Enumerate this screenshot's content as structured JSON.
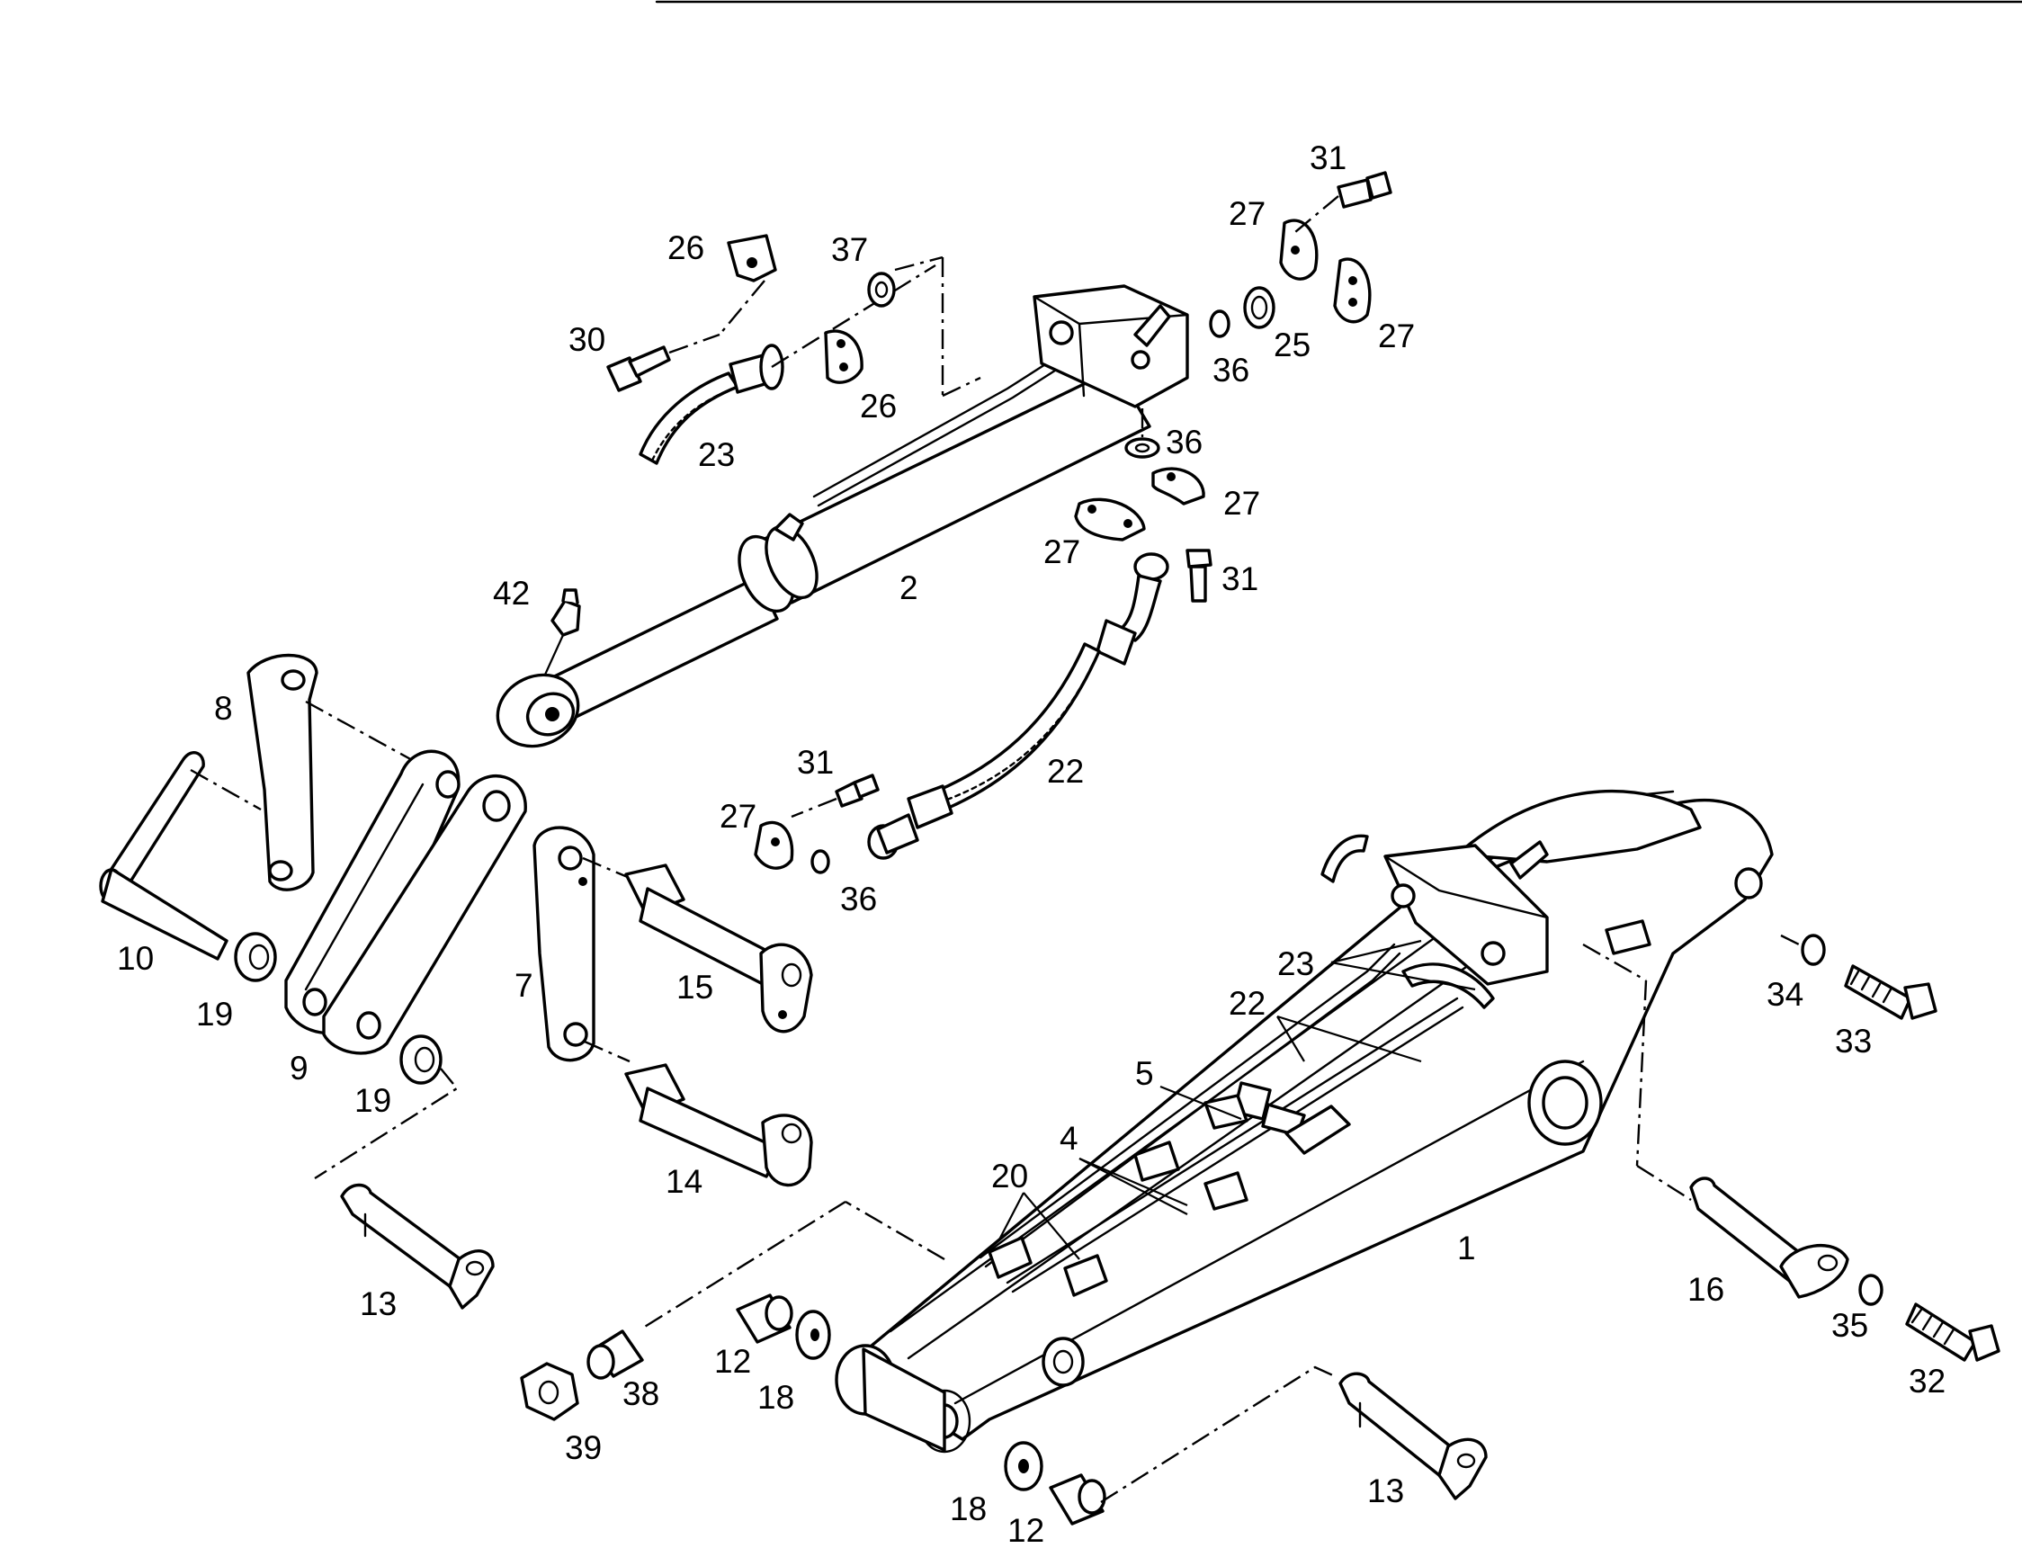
{
  "diagram": {
    "callouts": [
      {
        "id": "c-1",
        "text": "1"
      },
      {
        "id": "c-2",
        "text": "2"
      },
      {
        "id": "c-4",
        "text": "4"
      },
      {
        "id": "c-5",
        "text": "5"
      },
      {
        "id": "c-7",
        "text": "7"
      },
      {
        "id": "c-8",
        "text": "8"
      },
      {
        "id": "c-9",
        "text": "9"
      },
      {
        "id": "c-10",
        "text": "10"
      },
      {
        "id": "c-12a",
        "text": "12"
      },
      {
        "id": "c-12b",
        "text": "12"
      },
      {
        "id": "c-13a",
        "text": "13"
      },
      {
        "id": "c-13b",
        "text": "13"
      },
      {
        "id": "c-14",
        "text": "14"
      },
      {
        "id": "c-15",
        "text": "15"
      },
      {
        "id": "c-16",
        "text": "16"
      },
      {
        "id": "c-18a",
        "text": "18"
      },
      {
        "id": "c-18b",
        "text": "18"
      },
      {
        "id": "c-19a",
        "text": "19"
      },
      {
        "id": "c-19b",
        "text": "19"
      },
      {
        "id": "c-20",
        "text": "20"
      },
      {
        "id": "c-22a",
        "text": "22"
      },
      {
        "id": "c-22b",
        "text": "22"
      },
      {
        "id": "c-23a",
        "text": "23"
      },
      {
        "id": "c-23b",
        "text": "23"
      },
      {
        "id": "c-25",
        "text": "25"
      },
      {
        "id": "c-26a",
        "text": "26"
      },
      {
        "id": "c-26b",
        "text": "26"
      },
      {
        "id": "c-27a",
        "text": "27"
      },
      {
        "id": "c-27b",
        "text": "27"
      },
      {
        "id": "c-27c",
        "text": "27"
      },
      {
        "id": "c-27d",
        "text": "27"
      },
      {
        "id": "c-27e",
        "text": "27"
      },
      {
        "id": "c-30",
        "text": "30"
      },
      {
        "id": "c-31a",
        "text": "31"
      },
      {
        "id": "c-31b",
        "text": "31"
      },
      {
        "id": "c-31c",
        "text": "31"
      },
      {
        "id": "c-32",
        "text": "32"
      },
      {
        "id": "c-33",
        "text": "33"
      },
      {
        "id": "c-34",
        "text": "34"
      },
      {
        "id": "c-35",
        "text": "35"
      },
      {
        "id": "c-36a",
        "text": "36"
      },
      {
        "id": "c-36b",
        "text": "36"
      },
      {
        "id": "c-36c",
        "text": "36"
      },
      {
        "id": "c-37",
        "text": "37"
      },
      {
        "id": "c-38",
        "text": "38"
      },
      {
        "id": "c-39",
        "text": "39"
      },
      {
        "id": "c-42",
        "text": "42"
      }
    ]
  }
}
